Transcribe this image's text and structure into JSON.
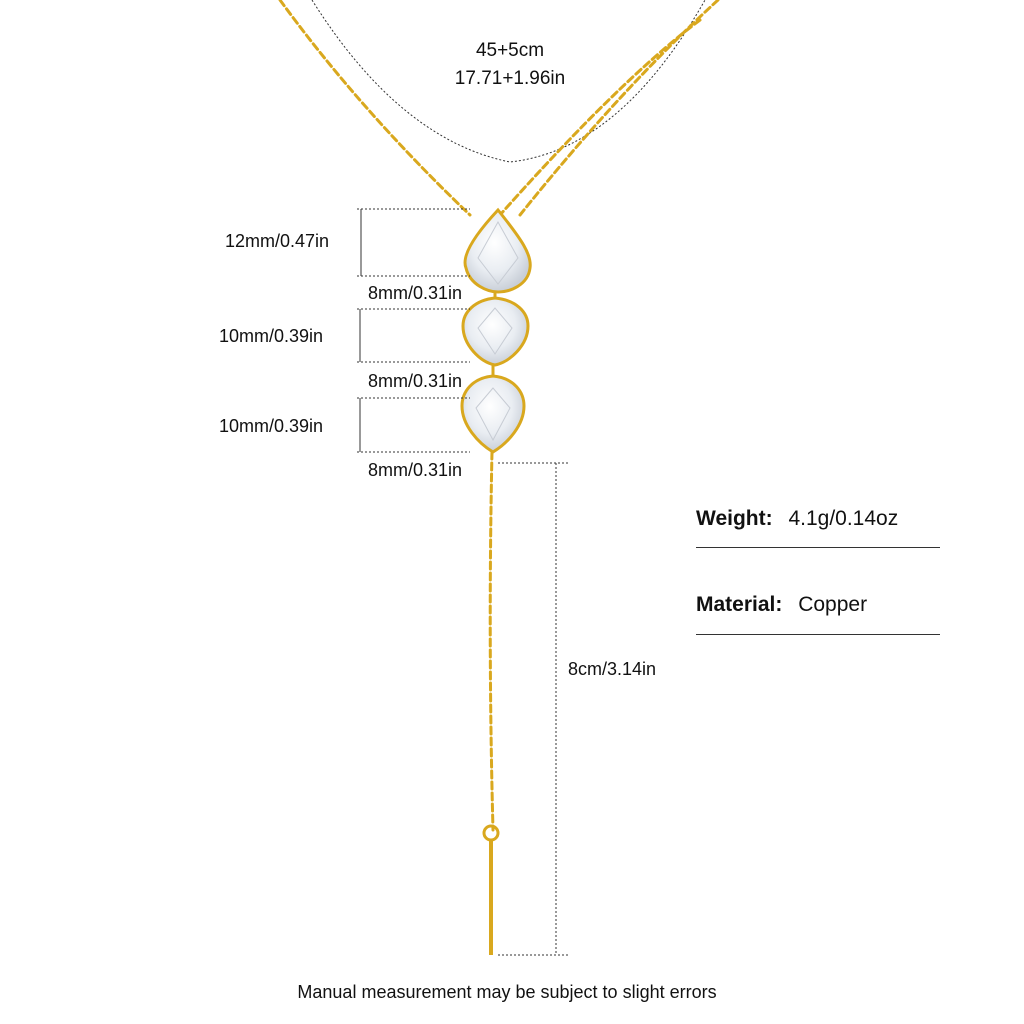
{
  "necklace": {
    "length_label_cm": "45+5cm",
    "length_label_in": "17.71+1.96in"
  },
  "dimensions": {
    "stone1_height": "12mm/0.47in",
    "stone1_width": "8mm/0.31in",
    "stone2_height": "10mm/0.39in",
    "stone2_width": "8mm/0.31in",
    "stone3_height": "10mm/0.39in",
    "stone3_width": "8mm/0.31in",
    "drop_length": "8cm/3.14in"
  },
  "specs": {
    "weight_key": "Weight:",
    "weight_value": "4.1g/0.14oz",
    "material_key": "Material:",
    "material_value": "Copper"
  },
  "footer": {
    "note": "Manual measurement may be subject to slight errors"
  },
  "colors": {
    "gold": "#d9a81e",
    "gold_dark": "#b88a10",
    "crystal": "#eef1f5"
  }
}
